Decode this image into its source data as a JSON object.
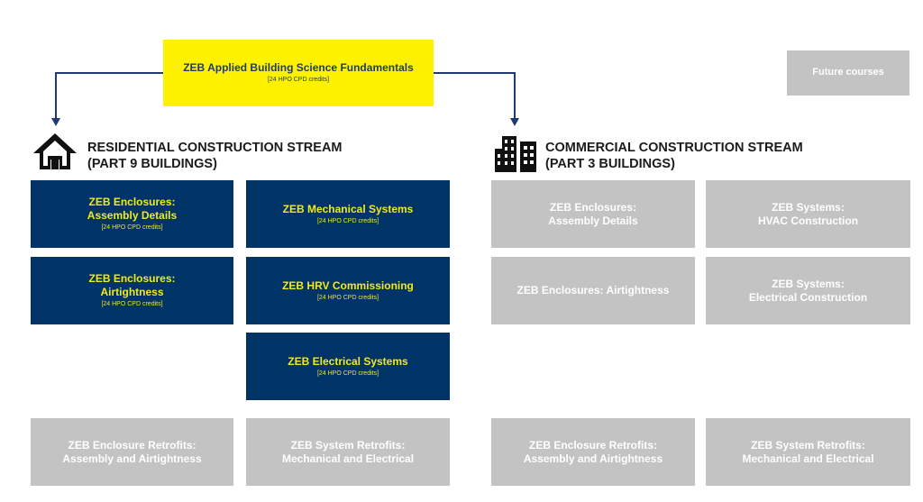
{
  "top_course": {
    "title": "ZEB Applied Building Science Fundamentals",
    "credits": "[24 HPO CPD credits]"
  },
  "legend": {
    "future_label": "Future courses"
  },
  "residential": {
    "heading_line1": "RESIDENTIAL CONSTRUCTION STREAM",
    "heading_line2": "(PART 9 BUILDINGS)",
    "icon": "house-icon",
    "courses": [
      {
        "line1": "ZEB Enclosures:",
        "line2": "Assembly Details",
        "credits": "[24 HPO CPD credits]"
      },
      {
        "line1": "ZEB Mechanical Systems",
        "credits": "[24 HPO CPD credits]"
      },
      {
        "line1": "ZEB Enclosures:",
        "line2": "Airtightness",
        "credits": "[24 HPO CPD credits]"
      },
      {
        "line1": "ZEB HRV Commissioning",
        "credits": "[24 HPO CPD credits]"
      },
      {
        "line1": "ZEB Electrical Systems",
        "credits": "[24 HPO CPD credits]"
      }
    ],
    "retrofits": [
      {
        "line1": "ZEB Enclosure Retrofits:",
        "line2": "Assembly and Airtightness"
      },
      {
        "line1": "ZEB System Retrofits:",
        "line2": "Mechanical and Electrical"
      }
    ]
  },
  "commercial": {
    "heading_line1": "COMMERCIAL CONSTRUCTION STREAM",
    "heading_line2": "(PART 3 BUILDINGS)",
    "icon": "buildings-icon",
    "courses": [
      {
        "line1": "ZEB Enclosures:",
        "line2": "Assembly Details"
      },
      {
        "line1": "ZEB Systems:",
        "line2": "HVAC Construction"
      },
      {
        "line1": "ZEB Enclosures: Airtightness"
      },
      {
        "line1": "ZEB Systems:",
        "line2": "Electrical Construction"
      }
    ],
    "retrofits": [
      {
        "line1": "ZEB Enclosure Retrofits:",
        "line2": "Assembly and Airtightness"
      },
      {
        "line1": "ZEB System Retrofits:",
        "line2": "Mechanical and Electrical"
      }
    ]
  },
  "colors": {
    "navy": "#003366",
    "yellow_text": "#f2ea1b",
    "highlight": "#fff200",
    "future_gray": "#c3c3c3",
    "arrow": "#1f3a73"
  }
}
